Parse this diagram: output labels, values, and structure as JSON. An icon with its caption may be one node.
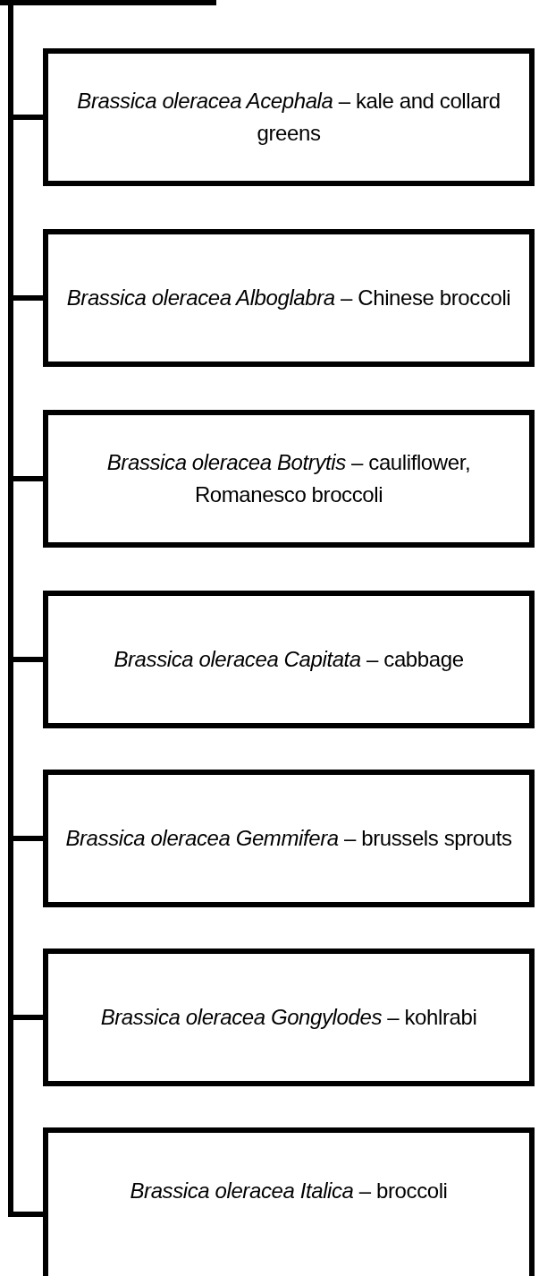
{
  "diagram": {
    "nodes": [
      {
        "text": [],
        "shape": "box"
      },
      {
        "text": [
          "*Brassica oleracea Acephala* – kale and collard greens"
        ]
      },
      {
        "text": [
          "*Brassica oleracea Alboglabra* – Chinese broccoli"
        ]
      },
      {
        "text": [
          "*Brassica oleracea Botrytis* – cauliflower, Romanesco broccoli"
        ]
      },
      {
        "text": [
          "*Brassica oleracea Capitata* – cabbage"
        ]
      },
      {
        "text": [
          "*Brassica oleracea Gemmifera* – brussels sprouts"
        ]
      },
      {
        "text": [
          "*Brassica oleracea Gongylodes* – kohlrabi"
        ]
      },
      {
        "text": [
          "*Brassica oleracea Italica* – broccoli"
        ]
      }
    ],
    "edges": [
      {
        "from": 0,
        "to": 1,
        "arrow": "none"
      },
      {
        "from": 0,
        "to": 2,
        "arrow": "none"
      },
      {
        "from": 0,
        "to": 3,
        "arrow": "none"
      },
      {
        "from": 0,
        "to": 4,
        "arrow": "none"
      },
      {
        "from": 0,
        "to": 5,
        "arrow": "none"
      },
      {
        "from": 0,
        "to": 6,
        "arrow": "none"
      },
      {
        "from": 0,
        "to": 7,
        "arrow": "none"
      }
    ]
  }
}
